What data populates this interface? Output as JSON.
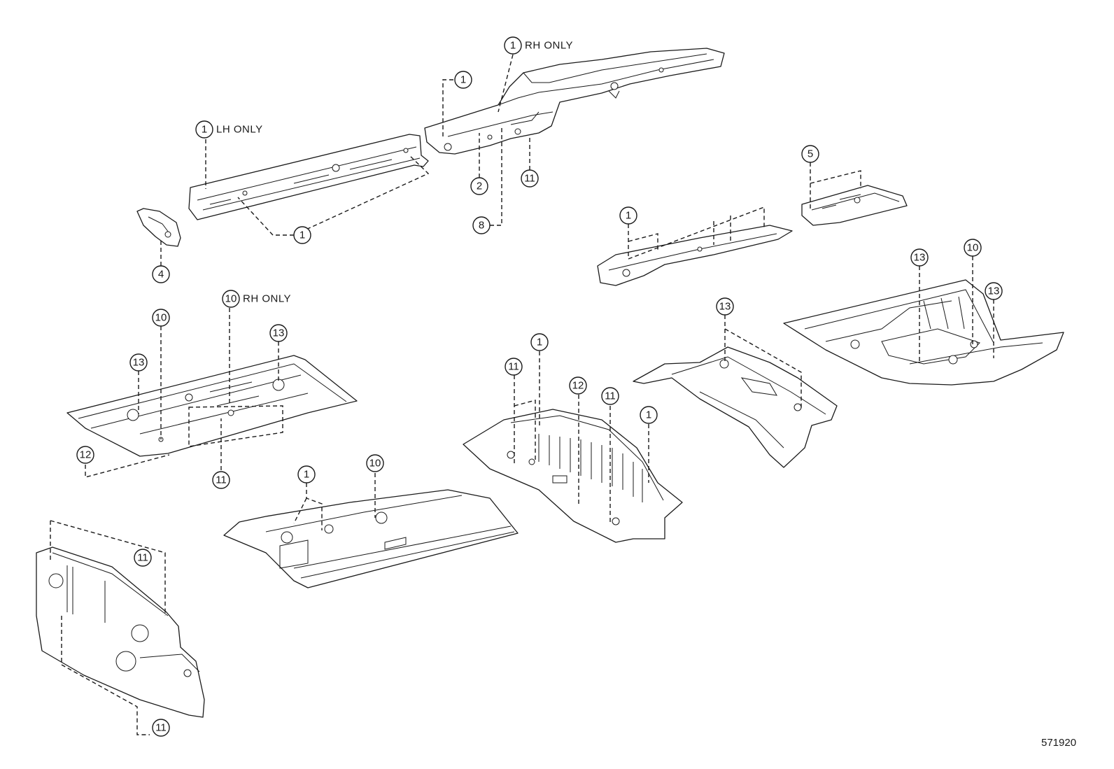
{
  "diagram": {
    "id": "571920",
    "callouts": {
      "c1_rh_top": "1",
      "c1_rh_top_note": "RH ONLY",
      "c1_upper": "1",
      "c1_lh": "1",
      "c1_lh_note": "LH ONLY",
      "c1_rail_bottom": "1",
      "c2": "2",
      "c11_top": "11",
      "c8": "8",
      "c4": "4",
      "c5": "5",
      "c1_mid_right": "1",
      "c13_right_a": "13",
      "c10_right": "10",
      "c13_right_b": "13",
      "c13_center": "13",
      "c10_left": "10",
      "c10_rh": "10",
      "c10_rh_note": "RH ONLY",
      "c13_left_a": "13",
      "c13_left_b": "13",
      "c12_left": "12",
      "c11_left": "11",
      "c1_floor_front": "1",
      "c10_floor_front": "10",
      "c11_center_a": "11",
      "c1_center_a": "1",
      "c12_center": "12",
      "c11_center_b": "11",
      "c1_center_b": "1",
      "c11_dash_top": "11",
      "c11_dash_bottom": "11"
    }
  }
}
